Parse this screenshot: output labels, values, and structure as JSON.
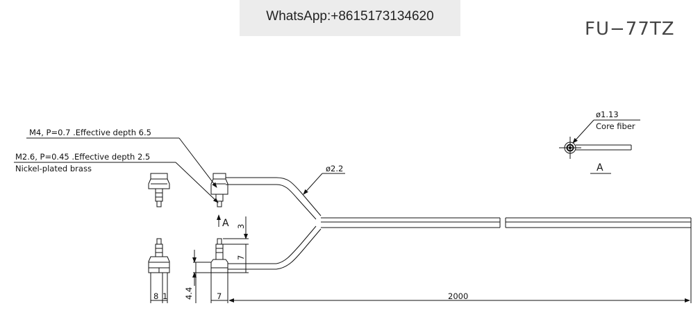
{
  "header": {
    "whatsapp": "WhatsApp:+8615173134620",
    "model": "FU−77TZ"
  },
  "annotations": {
    "thread_m4": "M4, P=0.7 .Effective depth 6.5",
    "thread_m26": "M2.6, P=0.45 .Effective depth 2.5",
    "material": "Nickel-plated brass",
    "cable_diameter": "ø2.2",
    "core_diameter": "ø1.13",
    "core_label": "Core fiber",
    "view_arrow": "A",
    "section_label": "A"
  },
  "dimensions": {
    "hex_width_a": "8",
    "hex_width_b": "1",
    "height_left": "4.4",
    "width_bottom": "7",
    "thread_top": "3",
    "head_height": "7",
    "total_length": "2000"
  },
  "colors": {
    "line": "#111111",
    "banner": "#ececec"
  }
}
